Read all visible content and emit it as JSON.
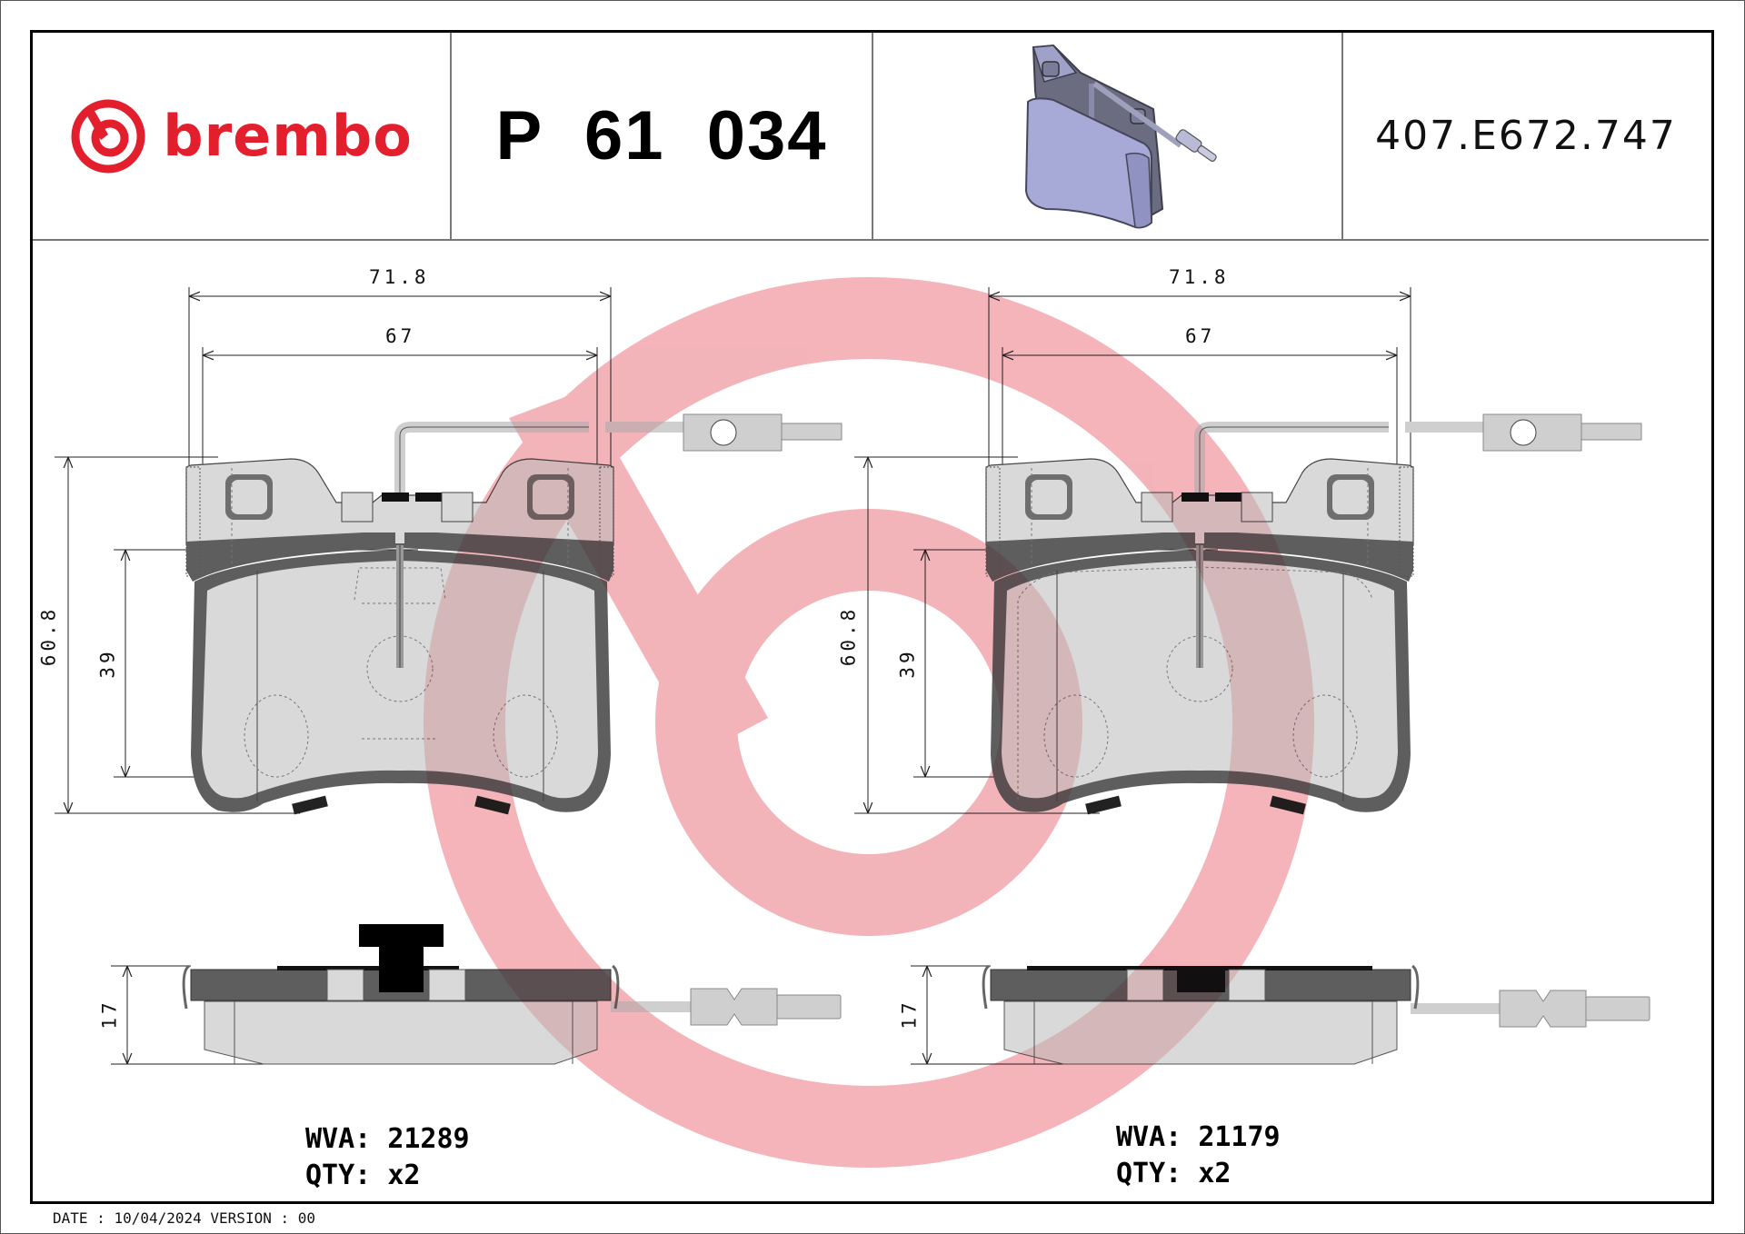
{
  "header": {
    "brand": {
      "name": "brembo",
      "color": "#e31e2d"
    },
    "part_number": "P  61  034",
    "reference_code": "407.E672.747",
    "product_image": "brake-pad-3d-render"
  },
  "drawings": [
    {
      "id": "left",
      "dimensions": {
        "overall_width": "71.8",
        "inner_width": "67",
        "overall_height": "60.8",
        "friction_height": "39",
        "thickness": "17"
      },
      "wva_label": "WVA:",
      "wva_value": "21289",
      "qty_label": "QTY:",
      "qty_value": "x2"
    },
    {
      "id": "right",
      "dimensions": {
        "overall_width": "71.8",
        "inner_width": "67",
        "overall_height": "60.8",
        "friction_height": "39",
        "thickness": "17"
      },
      "wva_label": "WVA:",
      "wva_value": "21179",
      "qty_label": "QTY:",
      "qty_value": "x2"
    }
  ],
  "footer": {
    "date_label": "DATE :",
    "date": "10/04/2024",
    "version_label": "VERSION :",
    "version": "00"
  },
  "colors": {
    "watermark": "#f6c9cc",
    "backing_plate": "#5e5e5e",
    "friction": "#d9d9d9",
    "render": "#a8aad6"
  }
}
